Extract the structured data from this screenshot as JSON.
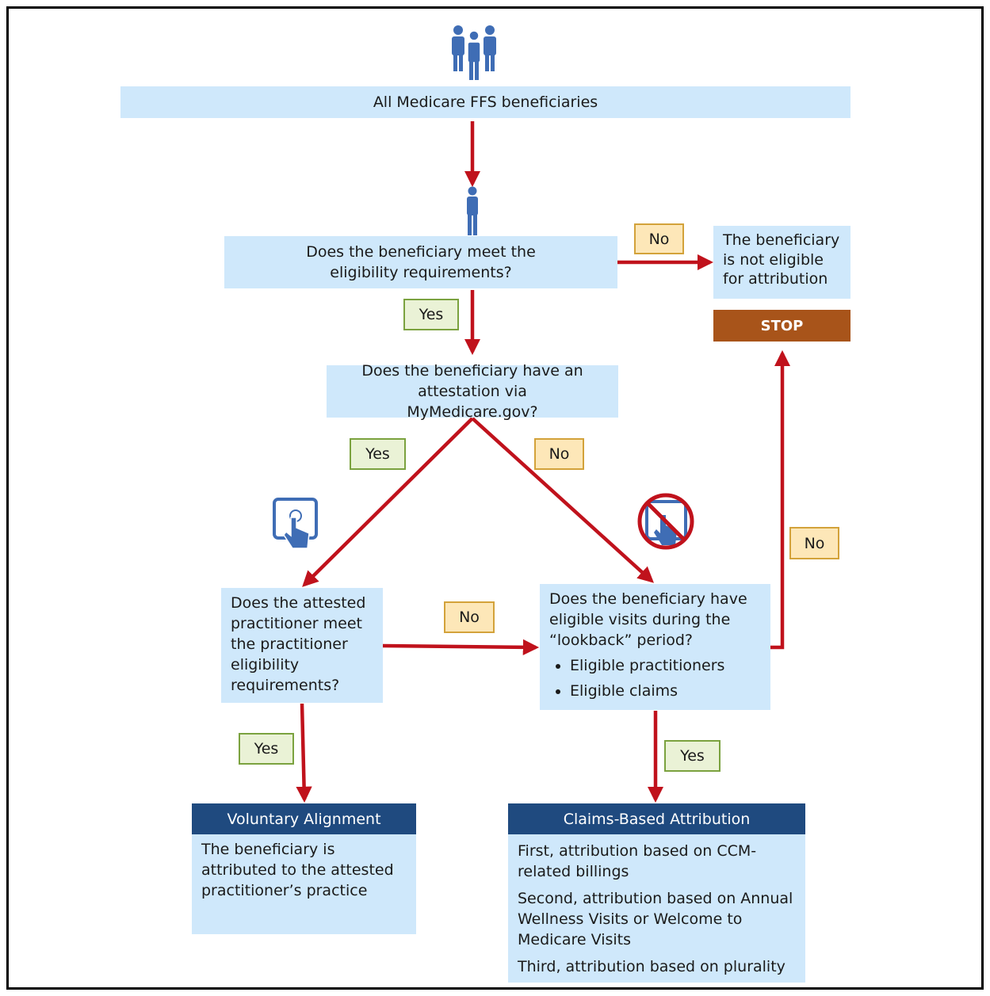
{
  "start": {
    "label": "All Medicare FFS beneficiaries"
  },
  "q_eligibility": {
    "text": "Does the beneficiary meet the eligibility requirements?"
  },
  "not_eligible": {
    "text": "The beneficiary is not eligible for attribution"
  },
  "stop": {
    "label": "STOP"
  },
  "q_attestation": {
    "text": "Does the beneficiary have an attestation via MyMedicare.gov?"
  },
  "q_practitioner": {
    "text": "Does the attested practitioner meet the practitioner eligibility requirements?"
  },
  "q_visits": {
    "text": "Does the beneficiary have eligible visits during the “lookback” period?",
    "bullets": [
      "Eligible practitioners",
      "Eligible claims"
    ]
  },
  "voluntary": {
    "title": "Voluntary Alignment",
    "text": "The beneficiary is attributed to the attested practitioner’s practice"
  },
  "claims": {
    "title": "Claims-Based Attribution",
    "items": [
      "First, attribution based on CCM-related billings",
      "Second, attribution based on Annual Wellness Visits or Welcome to Medicare Visits",
      "Third, attribution based on plurality"
    ]
  },
  "labels": {
    "yes": "Yes",
    "no": "No"
  },
  "colors": {
    "box_fill": "#cfe8fb",
    "arrow": "#c0121c",
    "icon": "#3f6db5",
    "stop": "#a8541a",
    "header": "#1f4a7f",
    "yes_fill": "#eaf2d6",
    "no_fill": "#fde7b8"
  },
  "icons": [
    "group-people-icon",
    "person-icon",
    "touch-tablet-icon",
    "no-touch-icon"
  ]
}
